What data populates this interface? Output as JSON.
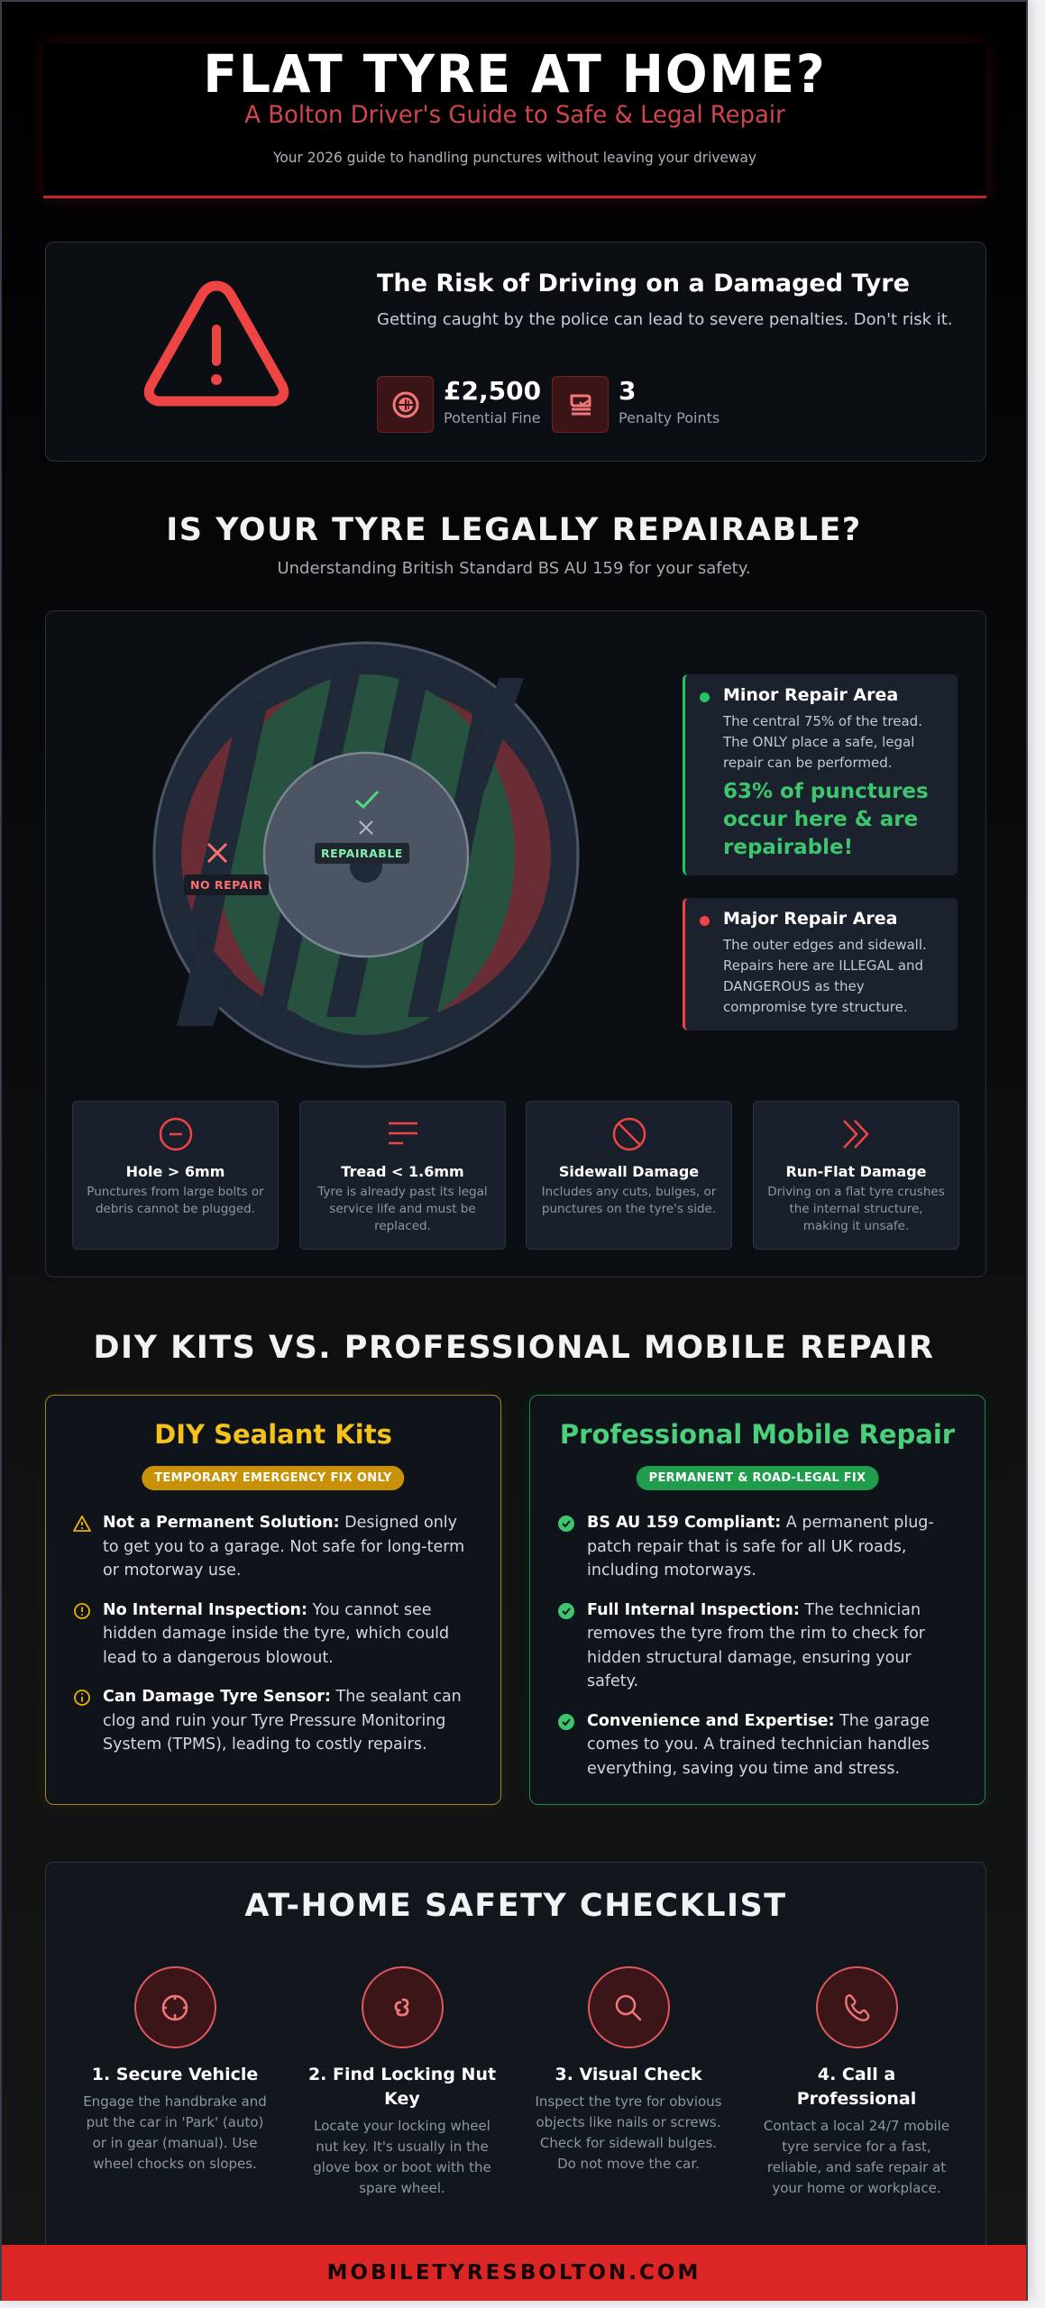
{
  "hero": {
    "title": "FLAT TYRE AT HOME?",
    "subtitle": "A Bolton Driver's Guide to Safe & Legal Repair",
    "tagline": "Your 2026 guide to handling punctures without leaving your driveway"
  },
  "risk": {
    "icon": "warning-triangle-icon",
    "title": "The Risk of Driving on a Damaged Tyre",
    "description": "Getting caught by the police can lead to severe penalties. Don't risk it.",
    "stats": [
      {
        "icon": "fine-icon",
        "value": "£2,500",
        "label": "Potential Fine"
      },
      {
        "icon": "license-points-icon",
        "value": "3",
        "label": "Penalty Points"
      }
    ]
  },
  "repairable": {
    "title": "IS YOUR TYRE LEGALLY REPAIRABLE?",
    "subtitle": "Understanding British Standard BS AU 159 for your safety.",
    "diagram": {
      "no_repair_label": "NO REPAIR",
      "repairable_label": "REPAIRABLE"
    },
    "legend": [
      {
        "title": "Minor Repair Area",
        "text": "The central 75% of the tread. The ONLY place a safe, legal repair can be performed.",
        "highlight": "63% of punctures occur here & are repairable!",
        "color": "#22c55e"
      },
      {
        "title": "Major Repair Area",
        "text": "The outer edges and sidewall. Repairs here are ILLEGAL and DANGEROUS as they compromise tyre structure.",
        "color": "#ef4444"
      }
    ],
    "reasons": [
      {
        "icon": "minus-circle-icon",
        "title": "Hole > 6mm",
        "text": "Punctures from large bolts or debris cannot be plugged."
      },
      {
        "icon": "tread-lines-icon",
        "title": "Tread < 1.6mm",
        "text": "Tyre is already past its legal service life and must be replaced."
      },
      {
        "icon": "prohibited-icon",
        "title": "Sidewall Damage",
        "text": "Includes any cuts, bulges, or punctures on the tyre's side."
      },
      {
        "icon": "double-chevron-icon",
        "title": "Run-Flat Damage",
        "text": "Driving on a flat tyre crushes the internal structure, making it unsafe."
      }
    ]
  },
  "comparison": {
    "title": "DIY KITS VS. PROFESSIONAL MOBILE REPAIR",
    "diy": {
      "title": "DIY Sealant Kits",
      "badge": "TEMPORARY EMERGENCY FIX ONLY",
      "accent": "#eab308",
      "items": [
        {
          "icon": "warning-icon",
          "bold": "Not a Permanent Solution:",
          "text": " Designed only to get you to a garage. Not safe for long-term or motorway use."
        },
        {
          "icon": "alert-circle-icon",
          "bold": "No Internal Inspection:",
          "text": " You cannot see hidden damage inside the tyre, which could lead to a dangerous blowout."
        },
        {
          "icon": "info-circle-icon",
          "bold": "Can Damage Tyre Sensor:",
          "text": " The sealant can clog and ruin your Tyre Pressure Monitoring System (TPMS), leading to costly repairs."
        }
      ]
    },
    "pro": {
      "title": "Professional Mobile Repair",
      "badge": "PERMANENT & ROAD-LEGAL FIX",
      "accent": "#22c55e",
      "items": [
        {
          "icon": "check-circle-icon",
          "bold": "BS AU 159 Compliant:",
          "text": " A permanent plug-patch repair that is safe for all UK roads, including motorways."
        },
        {
          "icon": "check-circle-icon",
          "bold": "Full Internal Inspection:",
          "text": " The technician removes the tyre from the rim to check for hidden structural damage, ensuring your safety."
        },
        {
          "icon": "check-circle-icon",
          "bold": "Convenience and Expertise:",
          "text": " The garage comes to you. A trained technician handles everything, saving you time and stress."
        }
      ]
    }
  },
  "checklist": {
    "title": "AT-HOME SAFETY CHECKLIST",
    "steps": [
      {
        "icon": "steering-wheel-icon",
        "title": "1. Secure Vehicle",
        "text": "Engage the handbrake and put the car in 'Park' (auto) or in gear (manual). Use wheel chocks on slopes."
      },
      {
        "icon": "key-icon",
        "title": "2. Find Locking Nut Key",
        "text": "Locate your locking wheel nut key. It's usually in the glove box or boot with the spare wheel."
      },
      {
        "icon": "search-icon",
        "title": "3. Visual Check",
        "text": "Inspect the tyre for obvious objects like nails or screws. Check for sidewall bulges. Do not move the car."
      },
      {
        "icon": "phone-icon",
        "title": "4. Call a Professional",
        "text": "Contact a local 24/7 mobile tyre service for a fast, reliable, and safe repair at your home or workplace."
      }
    ]
  },
  "footer": {
    "website": "MOBILETYRESBOLTON.COM"
  },
  "colors": {
    "brand_red": "#dc2626",
    "danger": "#ef4444",
    "success": "#22c55e",
    "warning": "#eab308"
  }
}
